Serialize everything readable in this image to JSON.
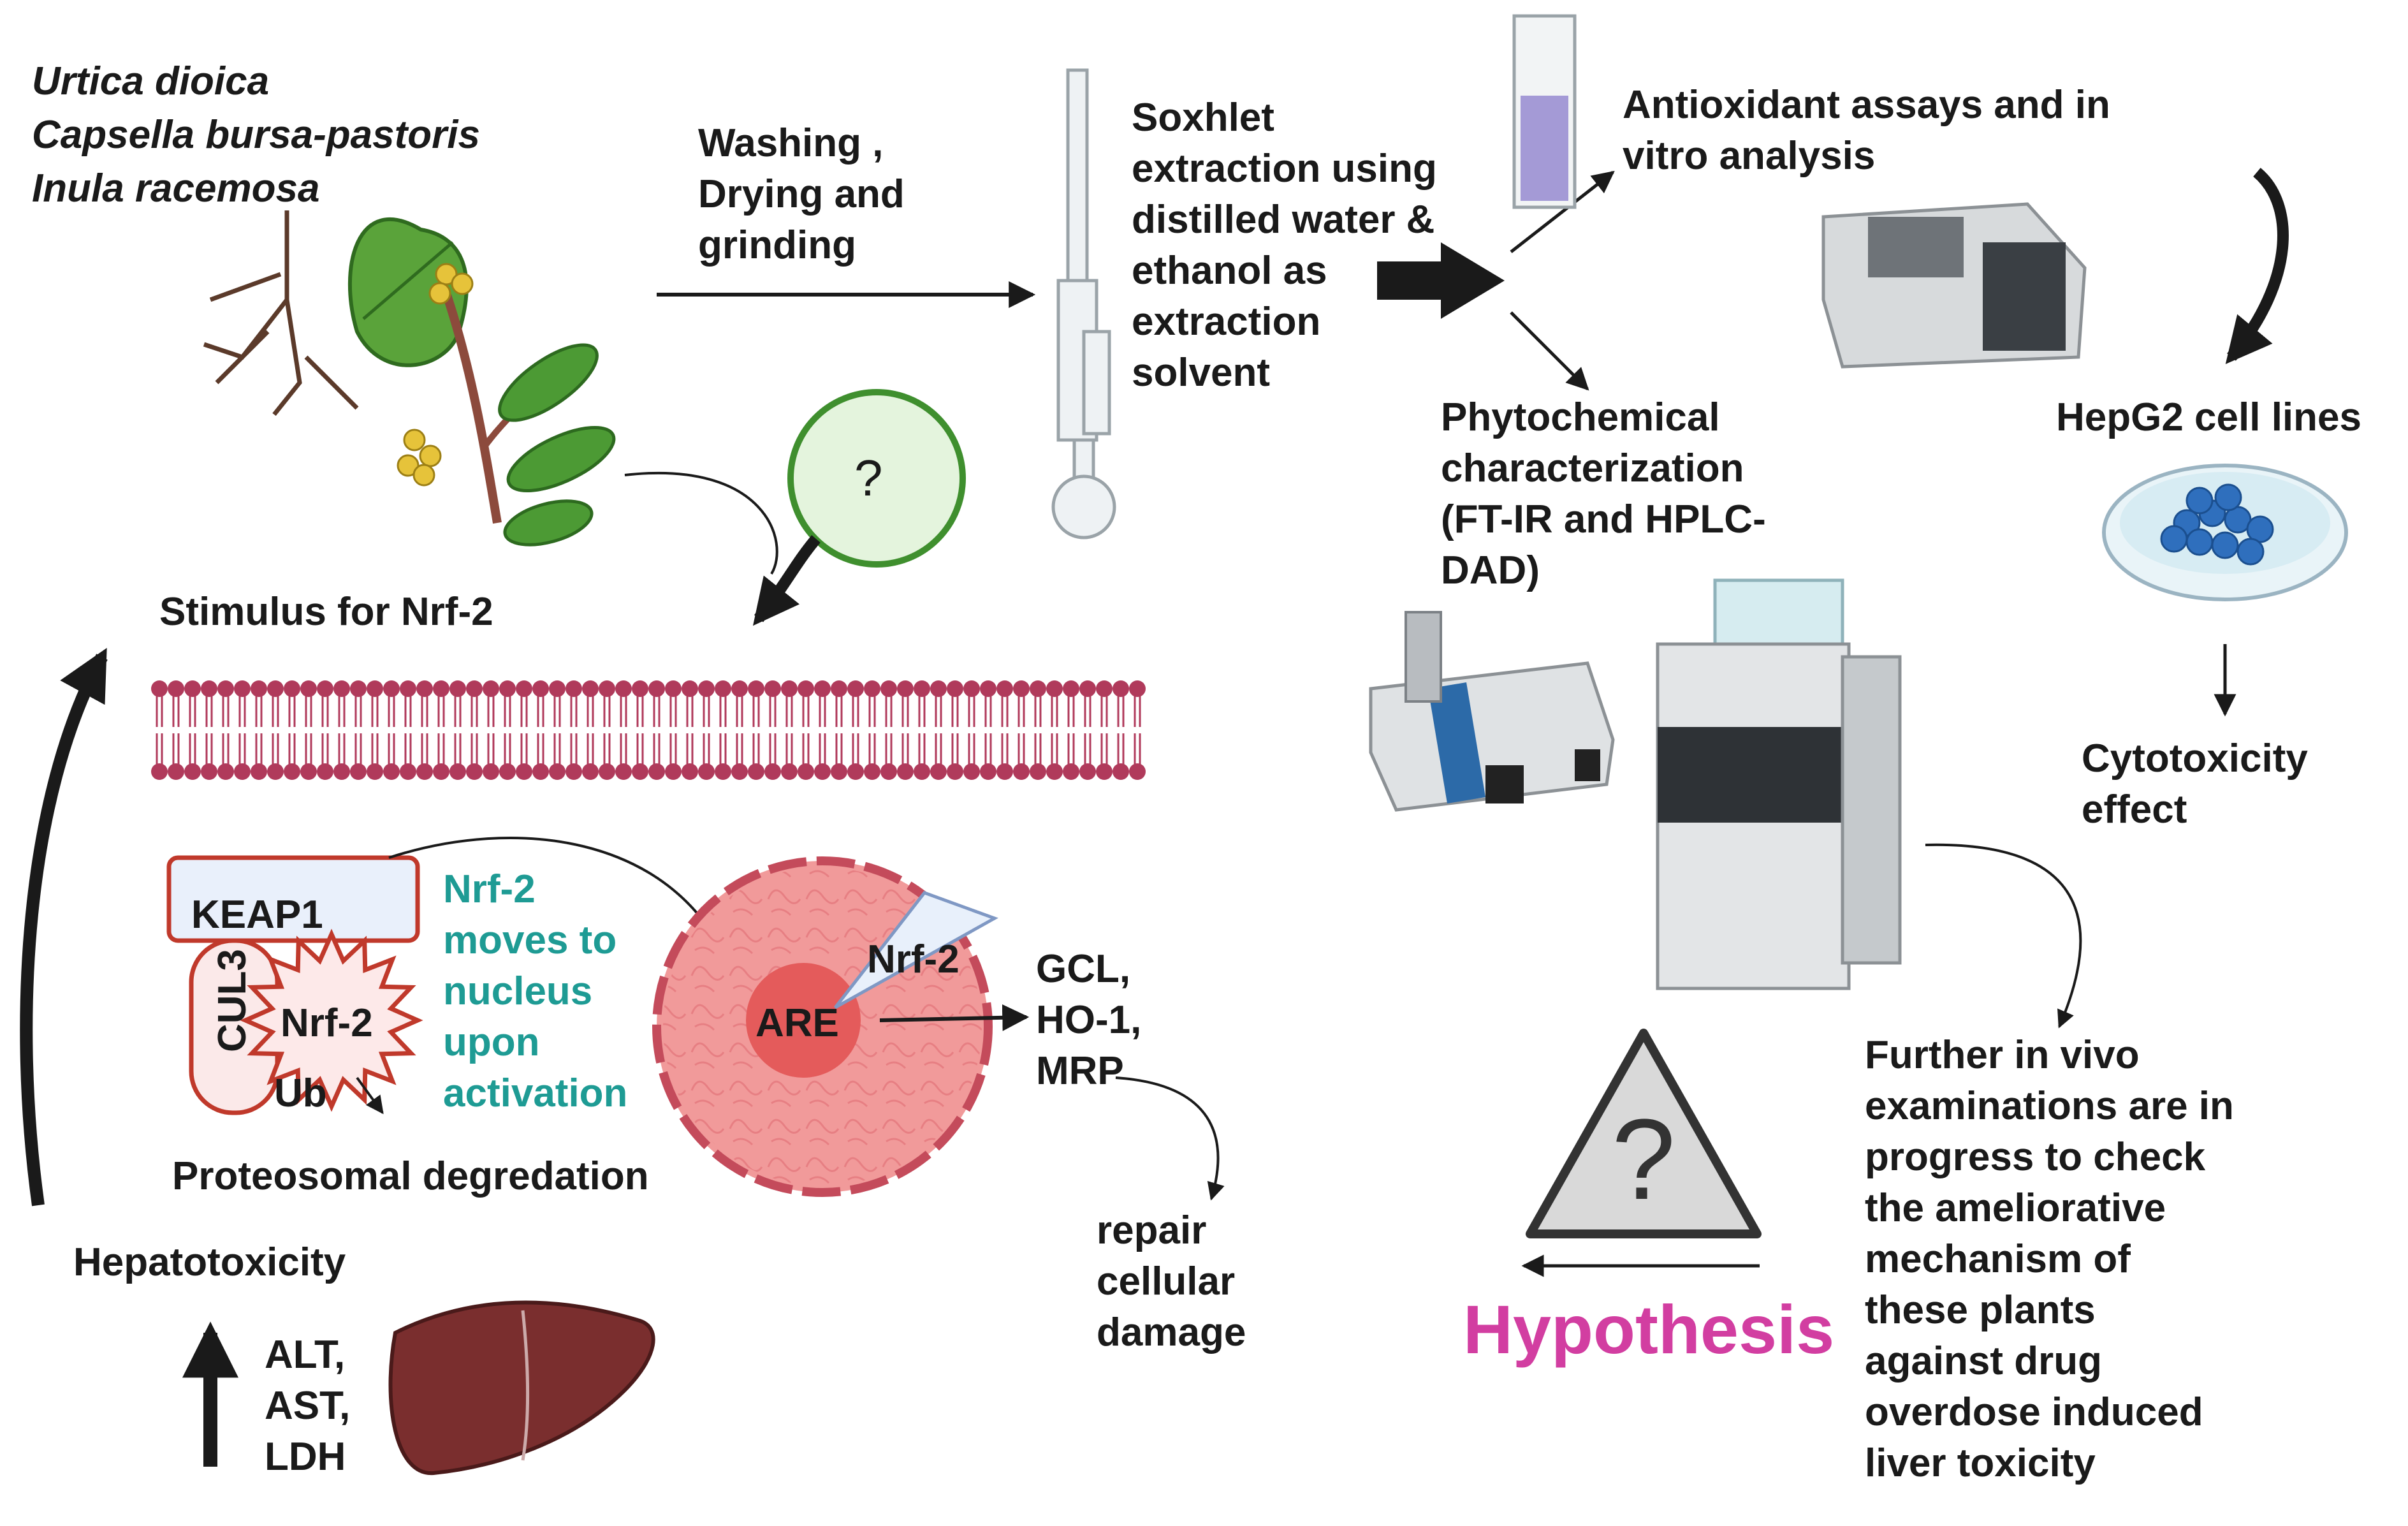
{
  "species": [
    "Urtica dioica",
    "Capsella bursa-pastoris",
    "Inula racemosa"
  ],
  "steps": {
    "washing": "Washing ,\nDrying and\ngrinding",
    "soxhlet": "Soxhlet\nextraction using\ndistilled water &\nethanol as\nextraction\nsolvent",
    "antioxidant": "Antioxidant assays and in\nvitro analysis",
    "phytochemical": "Phytochemical\ncharacterization\n(FT-IR and HPLC-\nDAD)",
    "hepg2": "HepG2 cell lines",
    "cytotoxicity": "Cytotoxicity\neffect",
    "further": "Further in vivo\nexaminations are in\nprogress to check\nthe ameliorative\nmechanism of\nthese plants\nagainst drug\noverdose induced\nliver toxicity",
    "hypothesis": "Hypothesis"
  },
  "pathway": {
    "question_mark": "?",
    "stimulus": "Stimulus for Nrf-2",
    "keap1": "KEAP1",
    "cul3": "CUL3",
    "nrf2_bound": "Nrf-2",
    "ub": "Ub",
    "moves": "Nrf-2\nmoves to\nnucleus\nupon\nactivation",
    "degradation": "Proteosomal degredation",
    "nrf2_nucleus": "Nrf-2",
    "are": "ARE",
    "genes": "GCL,\nHO-1,\nMRP",
    "repair": "repair\ncellular\ndamage",
    "hepatotoxicity": "Hepatotoxicity",
    "enzymes": "ALT,\nAST,\nLDH"
  },
  "colors": {
    "membrane": "#b03a5b",
    "nucleus": "#f19a9a",
    "keap_border": "#c0392b",
    "liver": "#7a2e2e",
    "teal_text": "#1e9b94",
    "hypothesis": "#d23ea1",
    "question_circle": "#3f8f2e"
  }
}
